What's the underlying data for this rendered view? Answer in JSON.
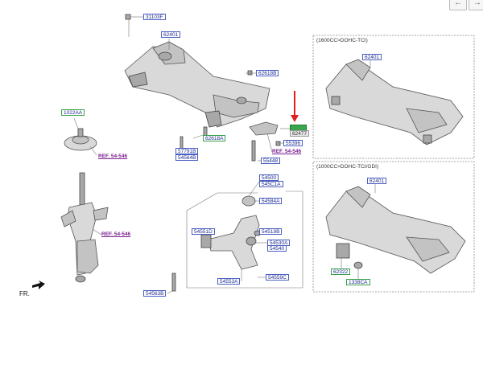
{
  "nav": {
    "back_icon": "arrow-left-icon",
    "forward_icon": "arrow-right-icon"
  },
  "callouts": {
    "p31103F": "31103F",
    "p62401_main": "62401",
    "p62618B": "62618B",
    "p1022AA": "1022AA",
    "p62618A": "62618A",
    "p57791B": "57791B",
    "p54564B": "54564B",
    "p62477": "62477",
    "p55396": "55396",
    "p55448": "55448",
    "p54500": "54500",
    "p545C1A": "545C1A",
    "p54584A": "54584A",
    "p54551D": "54551D",
    "p54519B": "54519B",
    "p54530A": "54530A",
    "p54540": "54540",
    "p54553A": "54553A",
    "p54559C": "54559C",
    "p54563B": "54563B",
    "p62401_tci": "62401",
    "p62401_gdi": "62401",
    "p62322": "62322",
    "p1338CA": "1338CA"
  },
  "refs": {
    "r1": "REF. 54-546",
    "r2": "REF. 54-546",
    "r3": "REF. 54-546"
  },
  "variants": {
    "tci": "(1600CC>DOHC-TCI)",
    "gdi": "(1000CC>DOHC-TCI/GDI)"
  },
  "orientation": "FR.",
  "colors": {
    "callout_border": "#4a5fc1",
    "ref_text": "#7a1f8f",
    "highlight": "#3aa64c",
    "arrow": "#e0201b"
  }
}
